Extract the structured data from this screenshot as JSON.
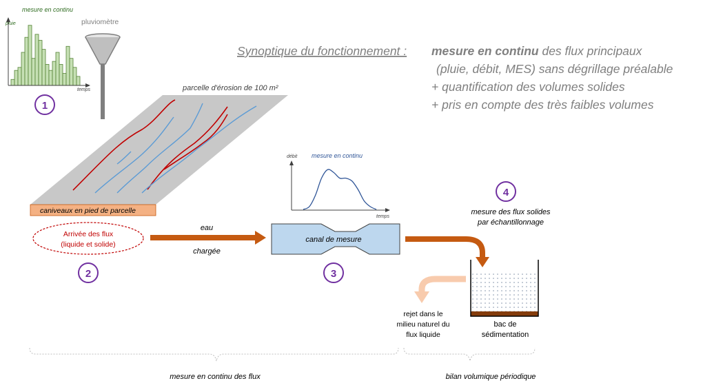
{
  "title": {
    "prefix": "Synoptique du fonctionnement :",
    "bold": "mesure en continu",
    "line1_rest": " des flux principaux",
    "line2": "(pluie, débit, MES) sans dégrillage préalable",
    "line3": "+ quantification des volumes solides",
    "line4": "+ pris en compte des très faibles volumes"
  },
  "rain_chart": {
    "title": "mesure en continu",
    "ylabel": "pluie",
    "xlabel": "temps",
    "bar_color": "#c6e0b4",
    "bar_edge": "#548235"
  },
  "pluviometre": {
    "label": "pluviomètre"
  },
  "parcel": {
    "label": "parcelle d'érosion de 100 m²",
    "channel_label": "caniveaux en pied de parcelle",
    "surface_color": "#c8c8c8",
    "channel_color": "#f4b183"
  },
  "arrival": {
    "line1": "Arrivée des flux",
    "line2": "(liquide et solide)",
    "color": "#c00000"
  },
  "arrow_flow": {
    "top": "eau",
    "bottom": "chargée",
    "color": "#c55a11"
  },
  "flow_chart": {
    "title": "mesure en continu",
    "ylabel": "débit",
    "xlabel": "temps",
    "line_color": "#2f5597"
  },
  "canal": {
    "label": "canal de mesure",
    "color": "#bdd7ee"
  },
  "solid": {
    "line1": "mesure des flux solides",
    "line2": "par échantillonnage"
  },
  "tank": {
    "line1": "bac de",
    "line2": "sédimentation",
    "bottom_color": "#843c0c"
  },
  "reject": {
    "line1": "rejet dans le",
    "line2": "milieu naturel du",
    "line3": "flux liquide"
  },
  "steps": {
    "s1": "1",
    "s2": "2",
    "s3": "3",
    "s4": "4",
    "color": "#7030a0"
  },
  "bottom": {
    "left": "mesure en continu des flux",
    "right": "bilan volumique périodique"
  },
  "chart_data": [
    {
      "type": "bar",
      "title": "mesure en continu",
      "xlabel": "temps",
      "ylabel": "pluie",
      "values": [
        2,
        5,
        6,
        11,
        16,
        20,
        9,
        17,
        15,
        12,
        7,
        5,
        8,
        11,
        7,
        4,
        13,
        9,
        6,
        3
      ],
      "ylim": [
        0,
        22
      ]
    },
    {
      "type": "line",
      "title": "mesure en continu",
      "xlabel": "temps",
      "ylabel": "débit",
      "x": [
        0,
        1,
        2,
        3,
        4,
        5,
        6,
        7,
        8,
        9,
        10,
        11,
        12
      ],
      "y": [
        0,
        1,
        5,
        11,
        14,
        13,
        11,
        11,
        10,
        7,
        3,
        1,
        0
      ],
      "ylim": [
        0,
        16
      ]
    }
  ]
}
